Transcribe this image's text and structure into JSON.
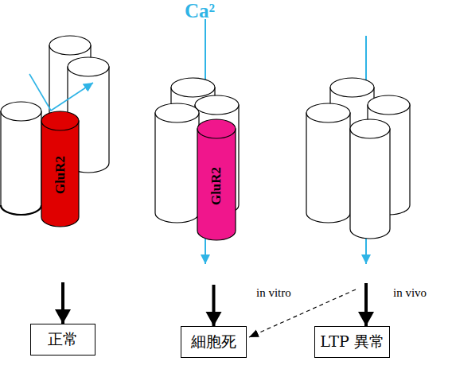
{
  "diagram": {
    "nodes": [
      {
        "text": [
          "GluR2"
        ]
      },
      {
        "text": [
          "GluR2"
        ]
      },
      {
        "text": [
          "正常"
        ]
      },
      {
        "text": [
          "細胞死"
        ]
      },
      {
        "text": [
          "LTP 異常"
        ]
      }
    ],
    "edges": [
      {
        "from": 0,
        "to": 2,
        "arrow": "to"
      },
      {
        "from": 1,
        "to": 3,
        "arrow": "to"
      }
    ],
    "labels": [
      "Ca²",
      "in vitro",
      "in vivo"
    ]
  }
}
